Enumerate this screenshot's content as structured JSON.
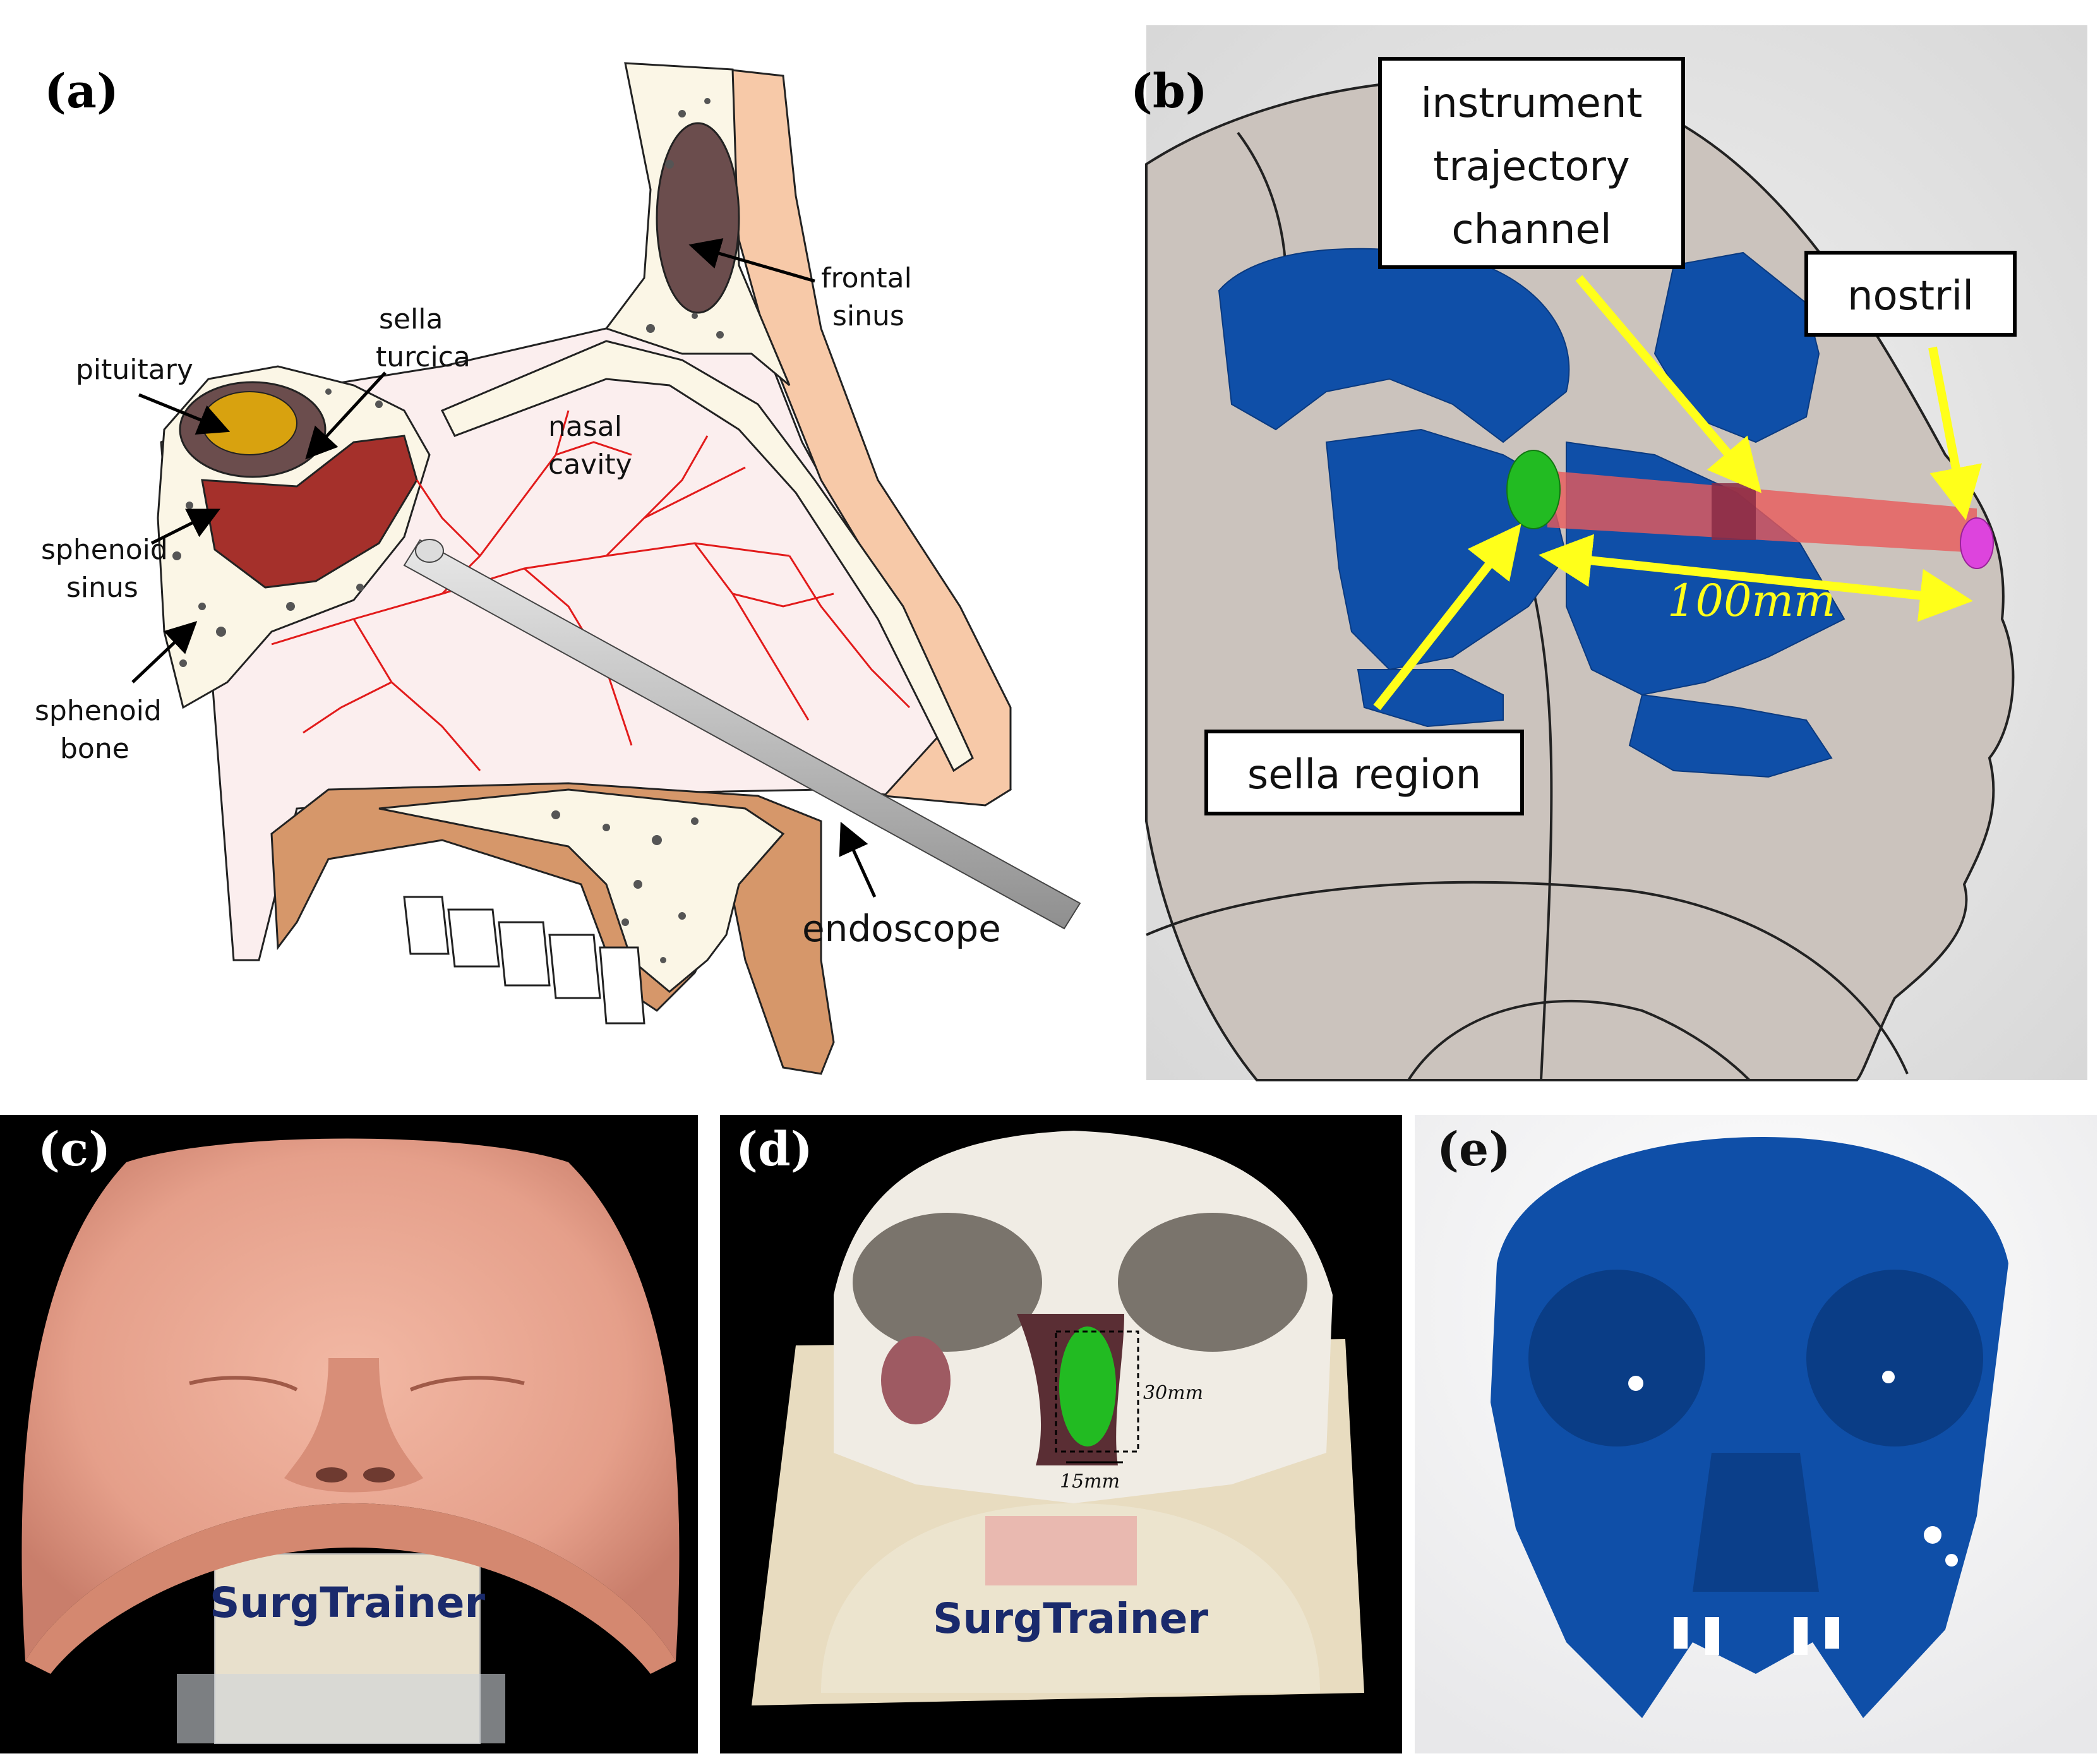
{
  "panels": {
    "a": {
      "letter": "(a)",
      "labels": {
        "pituitary": "pituitary",
        "sella_turcica_1": "sella",
        "sella_turcica_2": "turcica",
        "frontal_1": "frontal",
        "frontal_2": "sinus",
        "nasal_1": "nasal",
        "nasal_2": "cavity",
        "sphenoid_sinus_1": "sphenoid",
        "sphenoid_sinus_2": "sinus",
        "sphenoid_bone_1": "sphenoid",
        "sphenoid_bone_2": "bone",
        "endoscope": "endoscope"
      }
    },
    "b": {
      "letter": "(b)",
      "labels": {
        "channel_1": "instrument",
        "channel_2": "trajectory",
        "channel_3": "channel",
        "nostril": "nostril",
        "sella_region": "sella region",
        "distance": "100mm"
      }
    },
    "c": {
      "letter": "(c)",
      "brand": "SurgTrainer"
    },
    "d": {
      "letter": "(d)",
      "brand": "SurgTrainer",
      "dim_height": "30mm",
      "dim_width": "15mm"
    },
    "e": {
      "letter": "(e)"
    }
  },
  "colors": {
    "sinus_red": "#a5302b",
    "pituitary_yellow": "#d8a20f",
    "frontal_brown": "#6b4d4d",
    "skin_peach": "#f7c9a8",
    "bone_cream": "#fbf6e6",
    "vessel_red": "#e21b1b",
    "mesh_blue": "#0f4fa8",
    "arrow_yellow": "#ffff1a",
    "sella_green": "#22bb22",
    "nostril_magenta": "#dd44dd"
  }
}
